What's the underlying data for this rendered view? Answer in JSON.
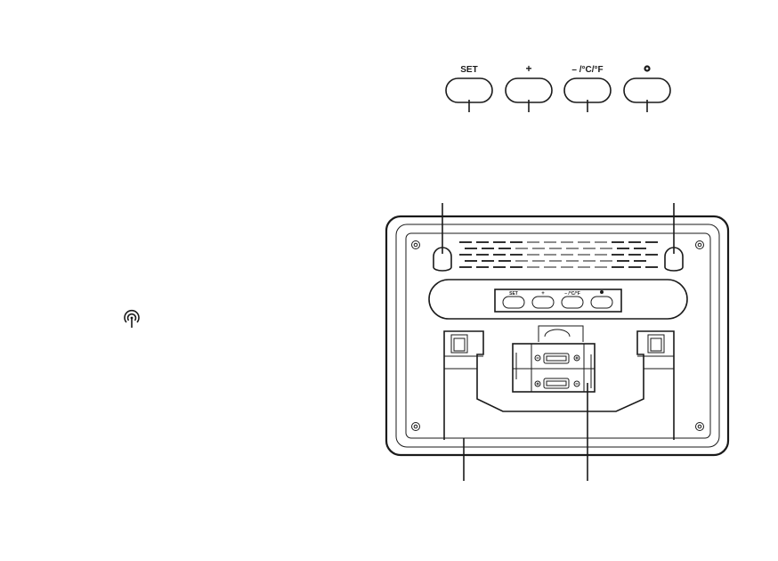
{
  "buttons": [
    {
      "label": "SET",
      "icon": ""
    },
    {
      "label": "+",
      "icon": ""
    },
    {
      "label": "– /°C/°F",
      "icon": ""
    },
    {
      "label": "",
      "icon": "light-icon"
    }
  ],
  "device_buttons": [
    {
      "label": "SET",
      "icon": ""
    },
    {
      "label": "+",
      "icon": ""
    },
    {
      "label": "– /°C/°F",
      "icon": ""
    },
    {
      "label": "",
      "icon": "light-icon"
    }
  ],
  "left_panel": {
    "icon": "wireless-signal-icon"
  },
  "colors": {
    "line": "#1a1a1a",
    "background": "#ffffff"
  }
}
